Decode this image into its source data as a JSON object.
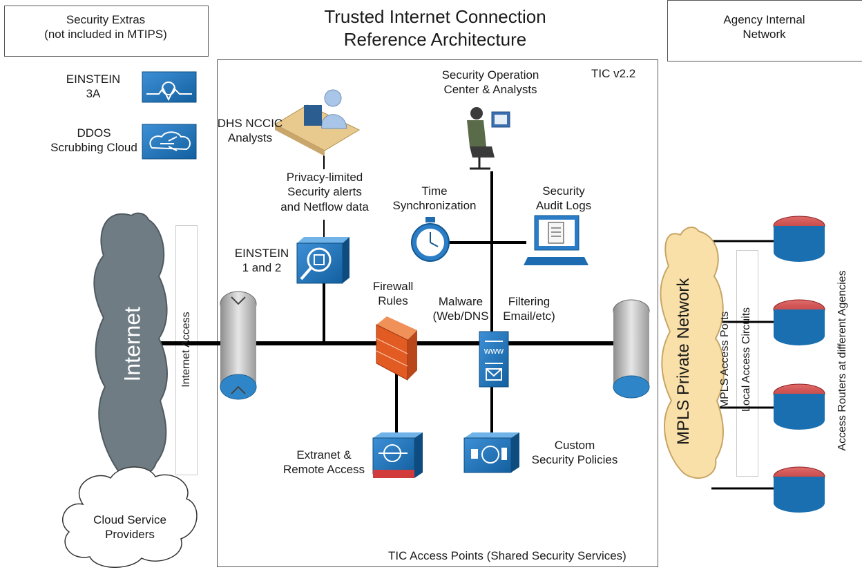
{
  "title": {
    "line1": "Trusted Internet Connection",
    "line2": "Reference Architecture"
  },
  "security_extras": {
    "line1": "Security Extras",
    "line2": "(not included in MTIPS)"
  },
  "agency_box": {
    "line1": "Agency Internal",
    "line2": "Network"
  },
  "tic_version": "TIC v2.2",
  "tic_access_points": "TIC Access Points (Shared Security Services)",
  "einstein3a": {
    "line1": "EINSTEIN",
    "line2": "3A"
  },
  "ddos": {
    "line1": "DDOS",
    "line2": "Scrubbing Cloud"
  },
  "internet": "Internet",
  "internet_access": "Internet Access",
  "cloud_service": {
    "line1": "Cloud Service",
    "line2": "Providers"
  },
  "dhs": {
    "line1": "DHS NCCIC",
    "line2": "Analysts"
  },
  "privacy": {
    "line1": "Privacy-limited",
    "line2": "Security alerts",
    "line3": "and Netflow data"
  },
  "einstein12": {
    "line1": "EINSTEIN",
    "line2": "1 and 2"
  },
  "soc": {
    "line1": "Security Operation",
    "line2": "Center & Analysts"
  },
  "time_sync": {
    "line1": "Time",
    "line2": "Synchronization"
  },
  "audit": {
    "line1": "Security",
    "line2": "Audit Logs"
  },
  "firewall": {
    "line1": "Firewall",
    "line2": "Rules"
  },
  "malware": {
    "line1": "Malware",
    "line2": "(Web/DNS"
  },
  "filtering": {
    "line1": "Filtering",
    "line2": "Email/etc)"
  },
  "www": "www",
  "extranet": {
    "line1": "Extranet &",
    "line2": "Remote Access"
  },
  "custom": {
    "line1": "Custom",
    "line2": "Security Policies"
  },
  "mpls": "MPLS Private Network",
  "mpls_ports": "MPLS Access Ports",
  "local_access": "Local Access Circuits",
  "access_routers": "Access Routers at different Agencies"
}
